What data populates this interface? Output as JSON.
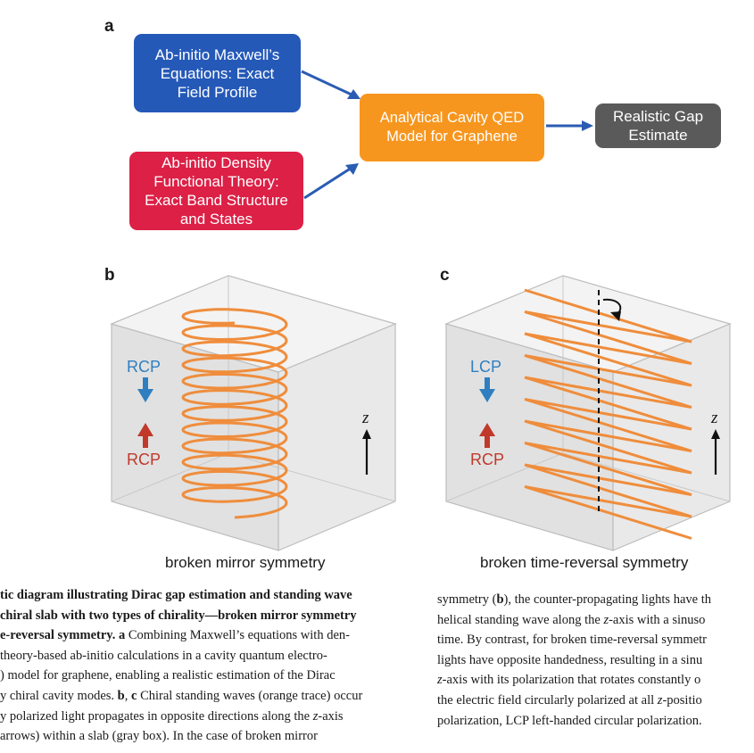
{
  "panel_a": {
    "label": "a",
    "box_maxwell": "Ab-initio Maxwell’s\nEquations: Exact\nField Profile",
    "box_dft": "Ab-initio Density\nFunctional Theory:\nExact Band Structure\nand States",
    "box_qed": "Analytical Cavity QED\nModel for Graphene",
    "box_gap": "Realistic Gap\nEstimate"
  },
  "panel_b": {
    "label": "b",
    "top_polarization": "RCP",
    "bottom_polarization": "RCP",
    "axis_label": "z",
    "subtitle": "broken mirror symmetry"
  },
  "panel_c": {
    "label": "c",
    "top_polarization": "LCP",
    "bottom_polarization": "RCP",
    "axis_label": "z",
    "subtitle": "broken time-reversal symmetry"
  },
  "colors": {
    "blue_box": "#2559b8",
    "red_box": "#dc2046",
    "orange_box": "#f7961e",
    "gray_box": "#5a5a5a",
    "trace": "#ef8d3c",
    "arrow_blue": "#2f7fc0",
    "arrow_red": "#c0392b"
  },
  "caption": {
    "left": {
      "l1_bold": "tic diagram illustrating Dirac gap estimation and standing wave",
      "l2_bold": " chiral slab with two types of chirality—broken mirror symmetry",
      "l3_bold": "e-reversal symmetry.",
      "l3_bold_a": " a",
      "l3_rest": " Combining Maxwell’s equations with den-",
      "l4": "theory-based ab-initio calculations in a cavity quantum electro-",
      "l5": ") model for graphene, enabling a realistic estimation of the Dirac",
      "l6": "y chiral cavity modes.",
      "l6_bold": " b",
      "l6_mid": ",",
      "l6_bold2": " c",
      "l6_rest": " Chiral standing waves (orange trace) occur",
      "l7a": "y polarized light propagates in opposite directions along the ",
      "l7_z": "z",
      "l7b": "-axis",
      "l8": "arrows) within a slab (gray box). In the case of broken mirror"
    },
    "right": {
      "r1a": "symmetry (",
      "r1_b": "b",
      "r1b": "), the counter-propagating lights have th",
      "r2a": "helical standing wave along the ",
      "r2_z": "z",
      "r2b": "-axis with a sinuso",
      "r3": "time. By contrast, for broken time-reversal symmetr",
      "r4": "lights have opposite handedness, resulting in a sinu",
      "r5_z": "z",
      "r5": "-axis with its polarization that rotates constantly o",
      "r6a": "the electric field circularly polarized at all ",
      "r6_z": "z",
      "r6b": "-positio",
      "r7": "polarization, LCP left-handed circular polarization."
    }
  }
}
